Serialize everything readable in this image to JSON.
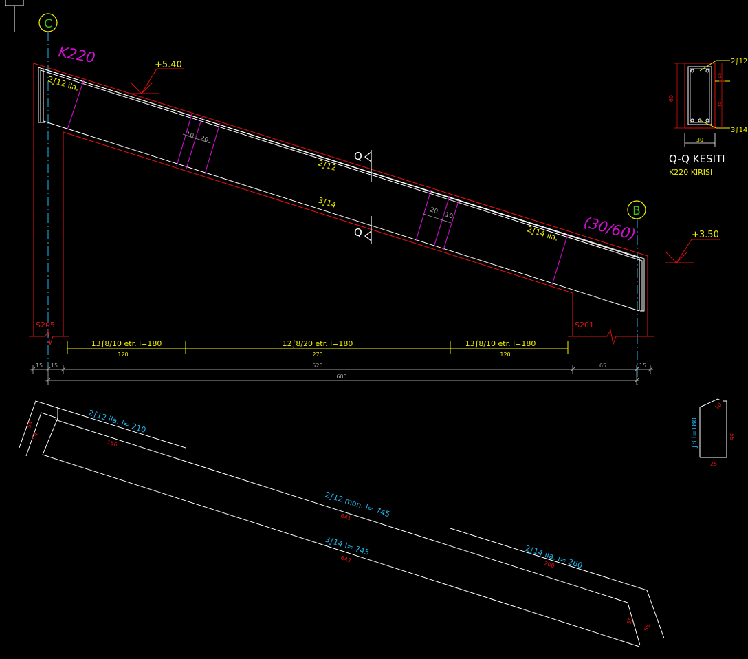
{
  "colors": {
    "background": "#000000",
    "white": "#ffffff",
    "red": "#e01010",
    "yellow": "#f2f200",
    "magenta": "#d010d0",
    "cyan": "#20b8f0",
    "grey": "#a0a0a0",
    "green": "#40c020"
  },
  "axes": {
    "left": "C",
    "right": "B"
  },
  "beam": {
    "name": "K220",
    "section_size": "(30/60)",
    "elev_top": "+5.40",
    "elev_bottom": "+3.50",
    "col_left": "S205",
    "col_right": "S201",
    "bar_top_left": "2∫12 ila.",
    "bar_top": "2∫12",
    "bar_bottom": "3∫14",
    "bar_top_right": "2∫14 ila.",
    "stirrup_gap_1": "10",
    "stirrup_gap_2": "20",
    "stirrup_gap_3": "20",
    "stirrup_gap_4": "10",
    "cut_label": "Q"
  },
  "stirrups": [
    {
      "label": "13∫8/10 etr. l=180",
      "length": "120"
    },
    {
      "label": "12∫8/20 etr. l=180",
      "length": "270"
    },
    {
      "label": "13∫8/10 etr. l=180",
      "length": "120"
    }
  ],
  "dims": {
    "d15a": "15",
    "d15b": "15",
    "d520": "520",
    "d65": "65",
    "d15c": "15",
    "d600": "600"
  },
  "section": {
    "title": "Q-Q KESITI",
    "subtitle": "K220 KIRISI",
    "top_bars": "2∫12",
    "bottom_bars": "3∫14",
    "height": "60",
    "width": "30",
    "dim_15": "15",
    "dim_45": "45"
  },
  "bars": {
    "top_left_label": "2∫12 ila. l= 210",
    "top_left_len": "156",
    "hook_a": "54",
    "hook_b": "54",
    "mon_label": "2∫12 mon.  l= 745",
    "mon_len": "641",
    "bottom_label": "3∫14 l= 745",
    "bottom_len": "642",
    "right_label": "2∫14 ila. l= 260",
    "right_len": "200",
    "hook_c": "55",
    "hook_d": "55"
  },
  "stirrup_detail": {
    "label": "∫8 l=180",
    "dim_10": "10",
    "dim_55": "55",
    "dim_25": "25"
  }
}
